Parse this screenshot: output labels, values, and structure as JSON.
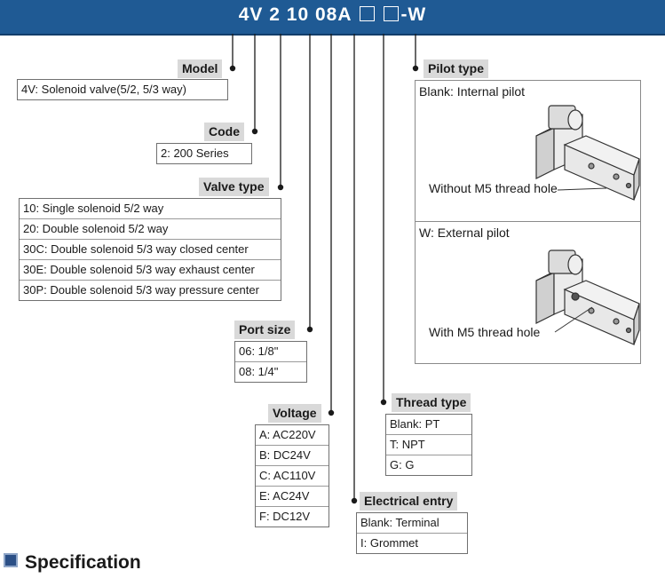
{
  "model_code": {
    "parts": [
      "4V",
      "2",
      "10",
      "08",
      "A",
      "",
      "-W"
    ]
  },
  "model": {
    "title": "Model",
    "options": [
      "4V: Solenoid valve(5/2, 5/3 way)"
    ]
  },
  "code": {
    "title": "Code",
    "options": [
      "2: 200 Series"
    ]
  },
  "valve_type": {
    "title": "Valve type",
    "options": [
      "10: Single solenoid 5/2 way",
      "20: Double solenoid 5/2 way",
      "30C: Double solenoid 5/3 way closed center",
      "30E: Double solenoid 5/3 way exhaust center",
      "30P: Double solenoid 5/3 way pressure center"
    ]
  },
  "port_size": {
    "title": "Port size",
    "options": [
      "06: 1/8\"",
      "08: 1/4\""
    ]
  },
  "voltage": {
    "title": "Voltage",
    "options": [
      "A: AC220V",
      "B: DC24V",
      "C: AC110V",
      "E: AC24V",
      "F: DC12V"
    ]
  },
  "thread_type": {
    "title": "Thread type",
    "options": [
      "Blank: PT",
      "T: NPT",
      "G: G"
    ]
  },
  "electrical_entry": {
    "title": "Electrical entry",
    "options": [
      "Blank: Terminal",
      "I: Grommet"
    ]
  },
  "pilot_type": {
    "title": "Pilot type",
    "internal": {
      "label": "Blank: Internal pilot",
      "callout": "Without M5 thread hole"
    },
    "external": {
      "label": "W: External pilot",
      "callout": "With M5 thread hole"
    }
  },
  "footer": {
    "title": "Specification"
  },
  "colors": {
    "banner": "#1f5a94",
    "header_bg": "#d9d9d9"
  }
}
